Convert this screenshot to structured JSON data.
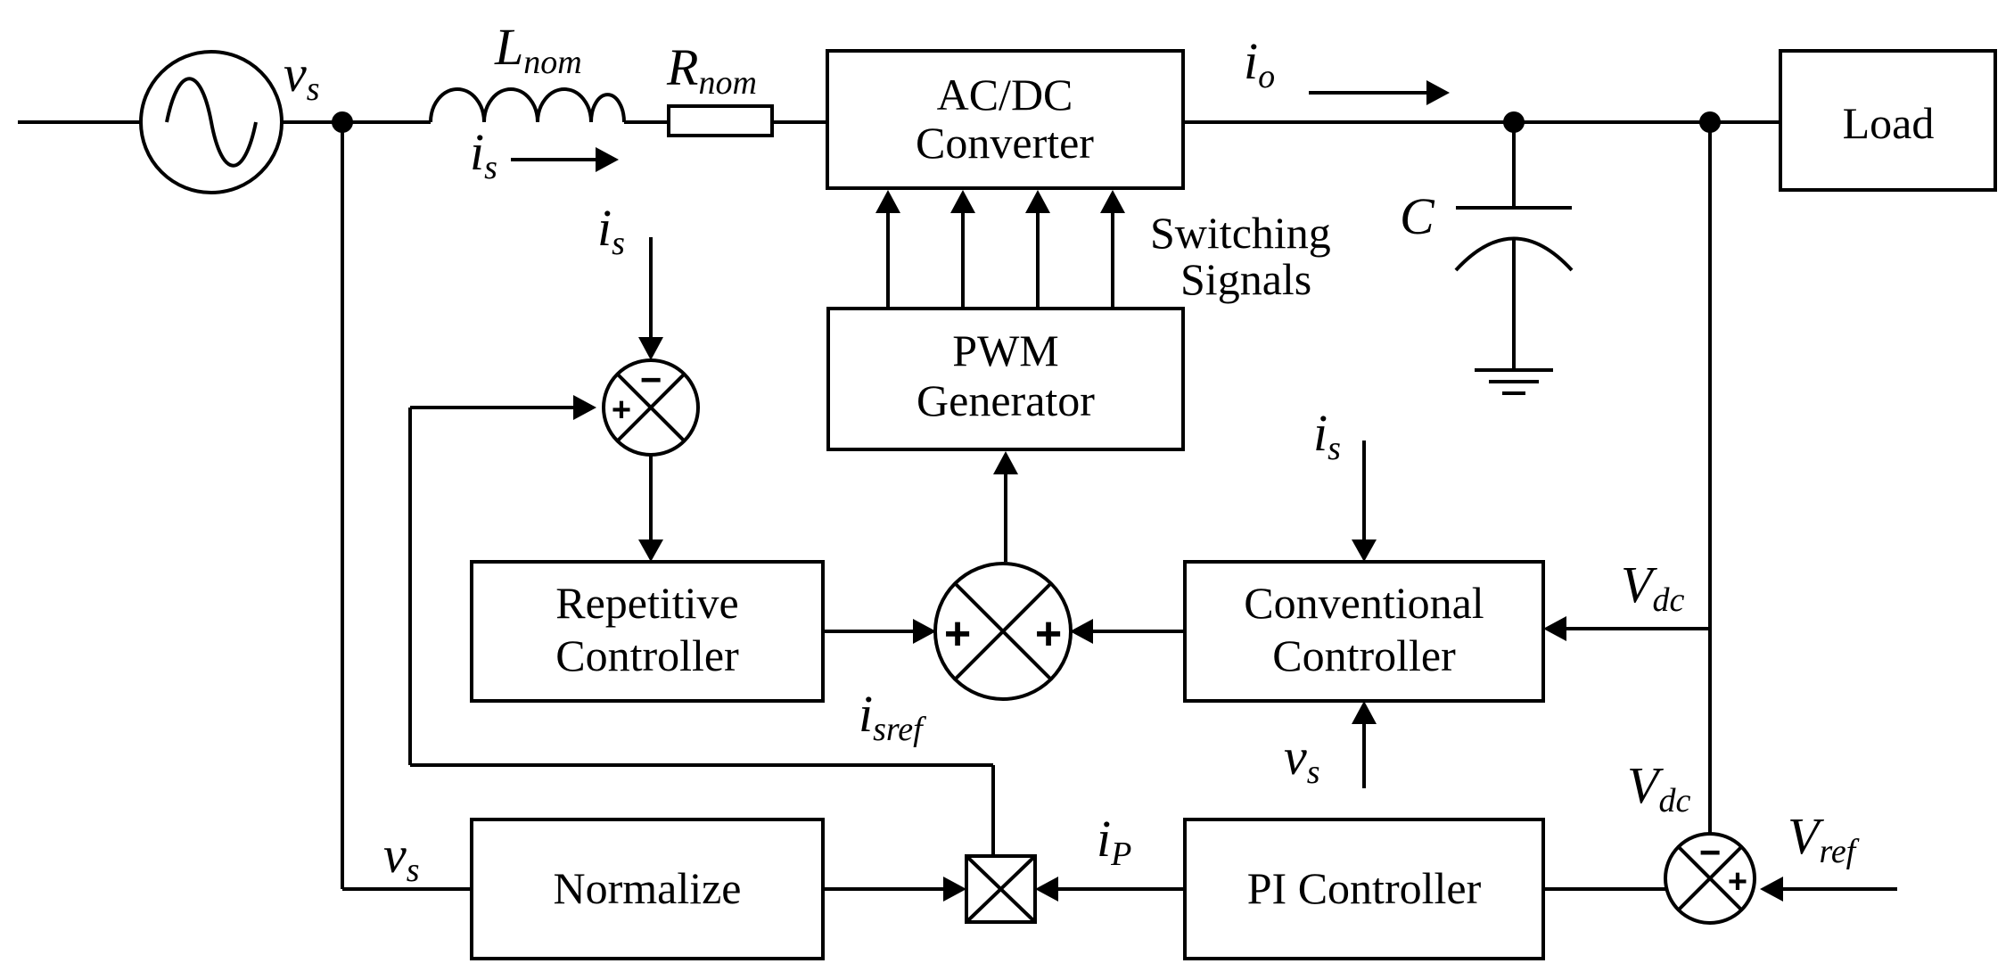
{
  "blocks": {
    "converter": [
      "AC/DC",
      "Converter"
    ],
    "load": "Load",
    "pwm": [
      "PWM",
      "Generator"
    ],
    "repetitive": [
      "Repetitive",
      "Controller"
    ],
    "conventional": [
      "Conventional",
      "Controller"
    ],
    "normalize": "Normalize",
    "pi": "PI Controller"
  },
  "switching": [
    "Switching",
    "Signals"
  ],
  "labels": {
    "vs": {
      "main": "v",
      "sub": "s"
    },
    "L": {
      "main": "L",
      "sub": "nom"
    },
    "R": {
      "main": "R",
      "sub": "nom"
    },
    "is": {
      "main": "i",
      "sub": "s"
    },
    "io": {
      "main": "i",
      "sub": "o"
    },
    "C": "C",
    "vdc": {
      "main": "V",
      "sub": "dc"
    },
    "isref": {
      "main": "i",
      "sub": "sref"
    },
    "ip": {
      "main": "i",
      "sub": "P"
    },
    "vref": {
      "main": "V",
      "sub": "ref"
    }
  },
  "signs": {
    "plus": "+",
    "minus": "−"
  }
}
